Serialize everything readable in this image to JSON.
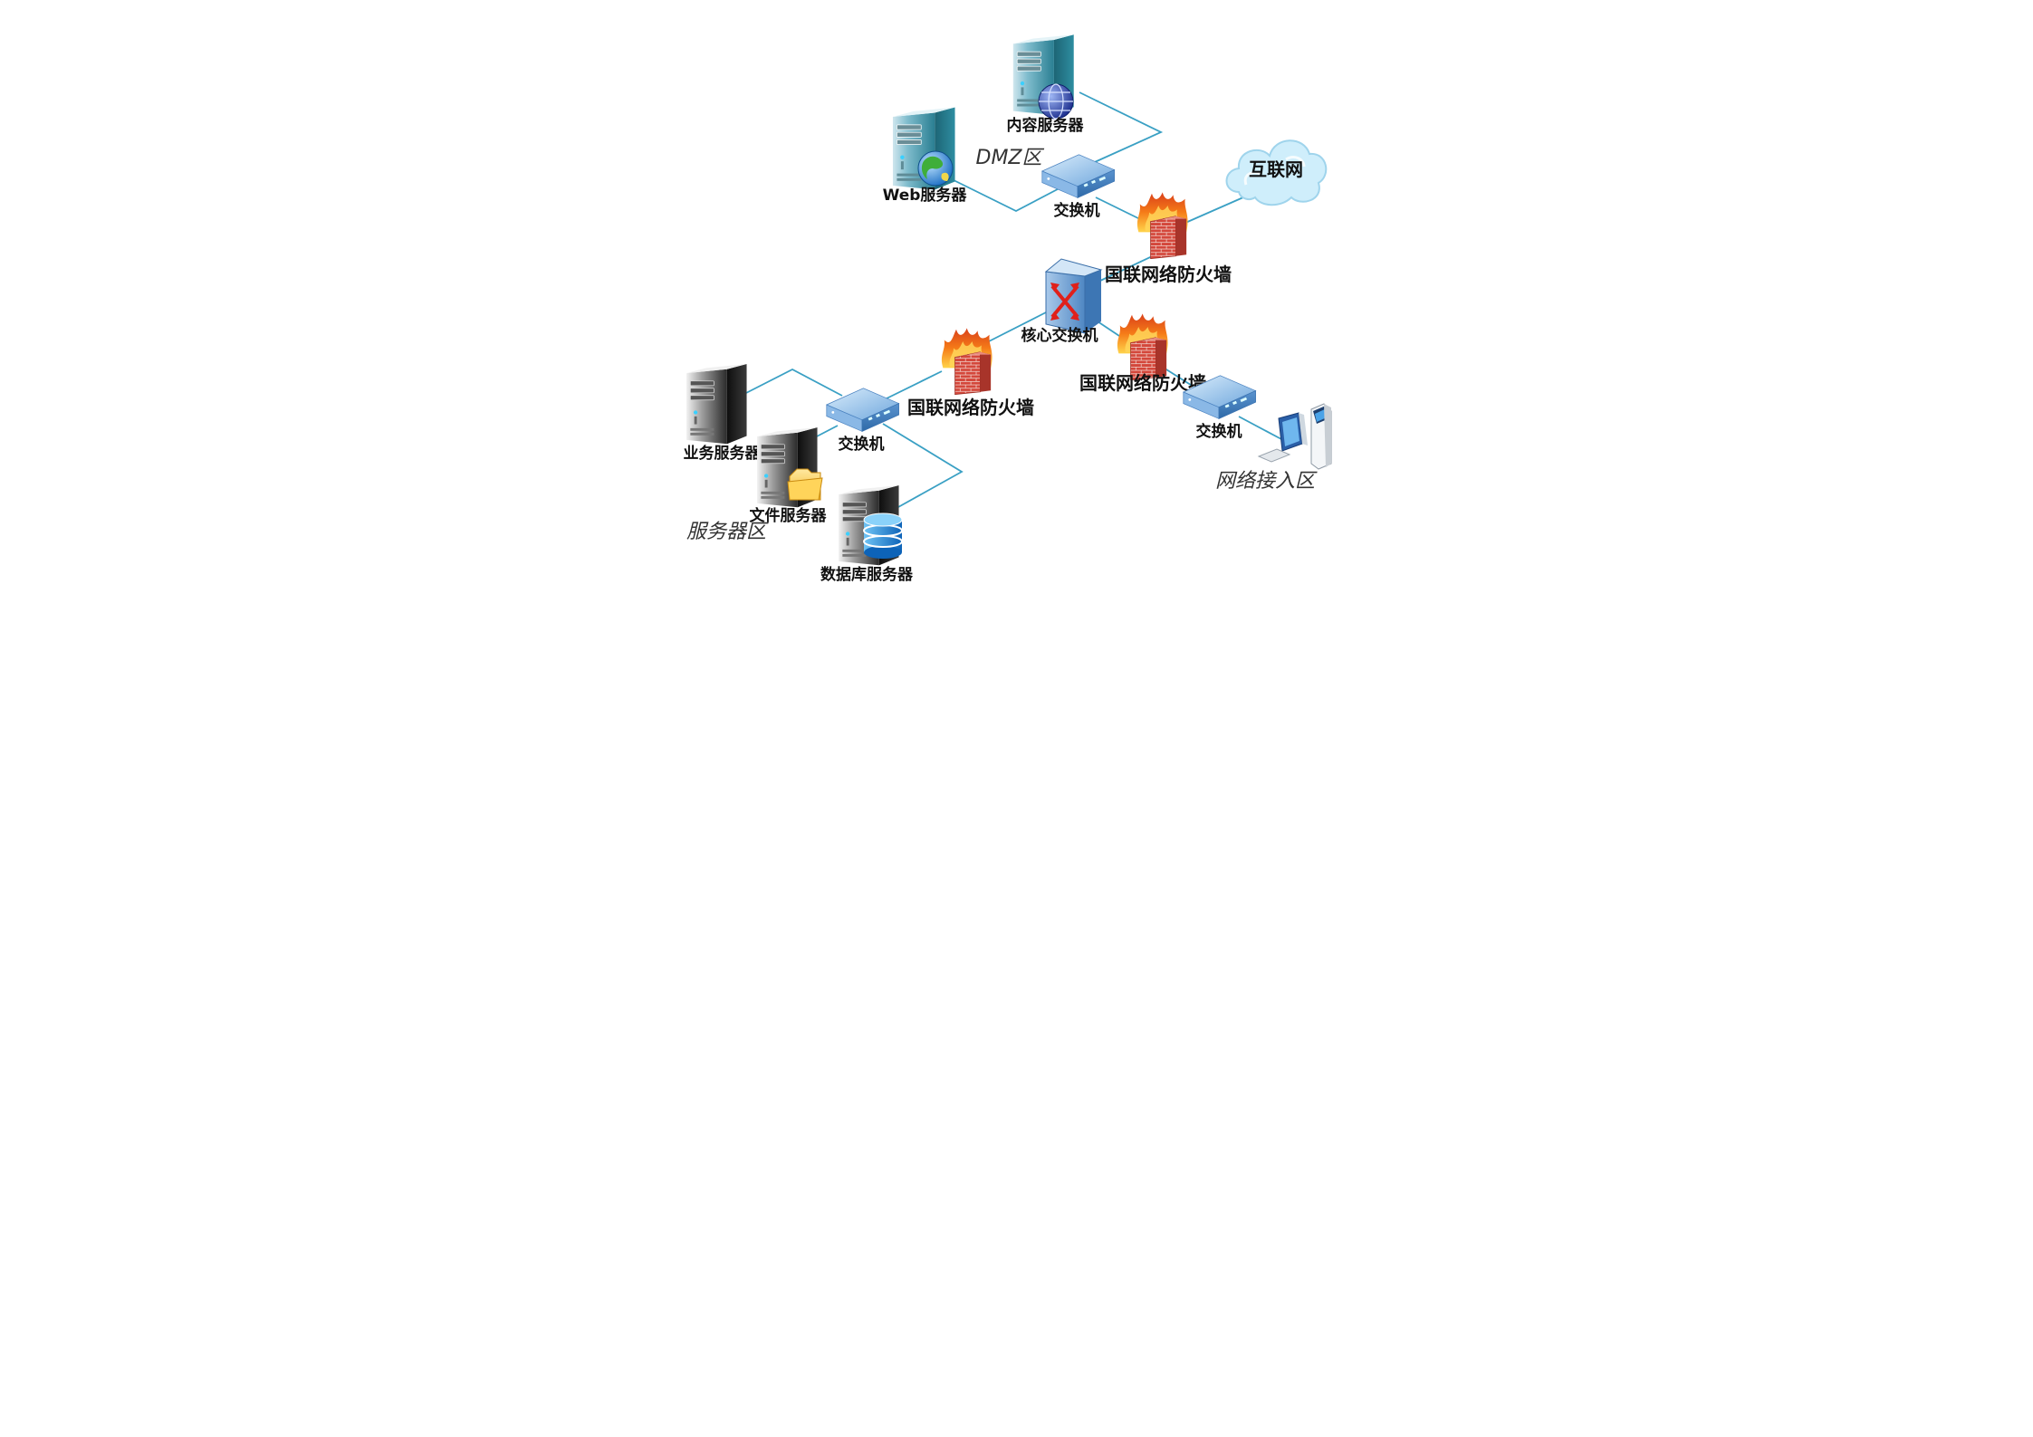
{
  "colors": {
    "link": "#3aa0c4",
    "server_teal": "#2f8a9e",
    "server_black": "#1c1c1c",
    "switch_blue": "#5e9bd6",
    "firewall_brick": "#d9473a",
    "flame": "#f07a1a",
    "cloud": "#bfe6f5"
  },
  "zones": {
    "dmz": "DMZ区",
    "server": "服务器区",
    "access": "网络接入区"
  },
  "devices": {
    "content_server": {
      "label": "内容服务器",
      "icon": "server-globe-icon"
    },
    "web_server": {
      "label": "Web服务器",
      "icon": "server-earth-icon"
    },
    "dmz_switch": {
      "label": "交换机",
      "icon": "switch-icon"
    },
    "internet": {
      "label": "互联网",
      "icon": "cloud-icon"
    },
    "fw_internet": {
      "label": "国联网络防火墙",
      "icon": "firewall-icon"
    },
    "core_switch": {
      "label": "核心交换机",
      "icon": "core-switch-icon"
    },
    "fw_server": {
      "label": "国联网络防火墙",
      "icon": "firewall-icon"
    },
    "fw_access": {
      "label": "国联网络防火墙",
      "icon": "firewall-icon"
    },
    "server_switch": {
      "label": "交换机",
      "icon": "switch-icon"
    },
    "access_switch": {
      "label": "交换机",
      "icon": "switch-icon"
    },
    "business_server": {
      "label": "业务服务器",
      "icon": "server-black-icon"
    },
    "file_server": {
      "label": "文件服务器",
      "icon": "server-folder-icon"
    },
    "db_server": {
      "label": "数据库服务器",
      "icon": "server-database-icon"
    },
    "terminal": {
      "icon": "kiosk-terminal-icon"
    }
  }
}
